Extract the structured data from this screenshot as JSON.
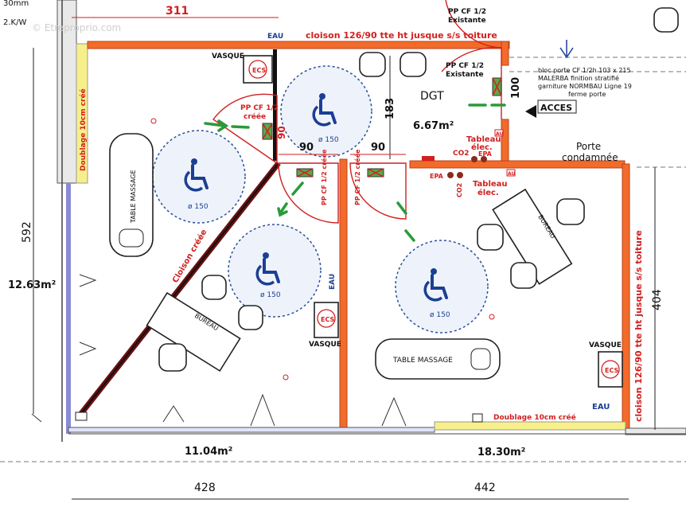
{
  "header": {
    "top_left_1": "30mm",
    "top_left_2": "2.K/W"
  },
  "dimensions": {
    "d311": "311",
    "d592": "592",
    "d183": "183",
    "d100": "100",
    "d90a": "90",
    "d90b": "90",
    "d90c": "90",
    "d404": "404",
    "d428": "428",
    "d442": "442"
  },
  "areas": {
    "left_room": "12.63m²",
    "dgt": "6.67m²",
    "mid_room": "11.04m²",
    "right_room": "18.30m²"
  },
  "labels": {
    "dgt": "DGT",
    "cloison_top": "cloison 126/90 tte ht jusque s/s toiture",
    "cloison_right": "cloison 126/90 tte ht jusque s/s toiture",
    "cloison_creee": "Cloison créée",
    "doublage_left": "Doublage 10cm créé",
    "doublage_bottom": "Doublage 10cm créé",
    "eau_top": "EAU",
    "eau_mid": "EAU",
    "eau_right": "EAU",
    "vasque_1": "VASQUE",
    "vasque_2": "VASQUE",
    "vasque_3": "VASQUE",
    "ecs": "ECS",
    "table_massage_left": "TABLE MASSAGE",
    "table_massage_right": "TABLE MASSAGE",
    "bureau_left": "BUREAU",
    "bureau_right": "BUREAU",
    "pp_existante_1a": "PP CF 1/2",
    "pp_existante_1b": "Existante",
    "pp_existante_2a": "PP CF 1/2",
    "pp_existante_2b": "Existante",
    "pp_creee_a": "PP CF 1/2",
    "pp_creee_b": "créée",
    "pp_vert_1": "PP CF 1/2 créée",
    "pp_vert_2": "PP CF 1/2 créée",
    "bloc_porte_1": "bloc porte CF 1/2h 103 x 215",
    "bloc_porte_2": "MALERBA finition stratifié",
    "bloc_porte_3": "garniture NORMBAU Ligne 19",
    "bloc_porte_4": "ferme porte",
    "acces": "ACCES",
    "porte_condamnee_1": "Porte",
    "porte_condamnee_2": "condamnée",
    "tableau_1a": "Tableau",
    "tableau_1b": "élec.",
    "tableau_2a": "Tableau",
    "tableau_2b": "élec.",
    "co2_1": "CO2",
    "co2_2": "CO2",
    "epa_1": "EPA",
    "epa_2": "EPA",
    "au_1": "AU",
    "au_2": "AU",
    "circle_150": "ø 150",
    "watermark": "© Etreproprio.com"
  },
  "colors": {
    "wall": "#f26b2a",
    "red_text": "#d21f1f",
    "wheelchair": "#1c3f94",
    "arrow": "#2a9a3a",
    "doublage": "#f7f08a"
  },
  "icons": [
    "wheelchair-icon",
    "chair-icon",
    "sink-icon",
    "water-heater-icon",
    "extinguisher-icon",
    "arrow-icon"
  ]
}
